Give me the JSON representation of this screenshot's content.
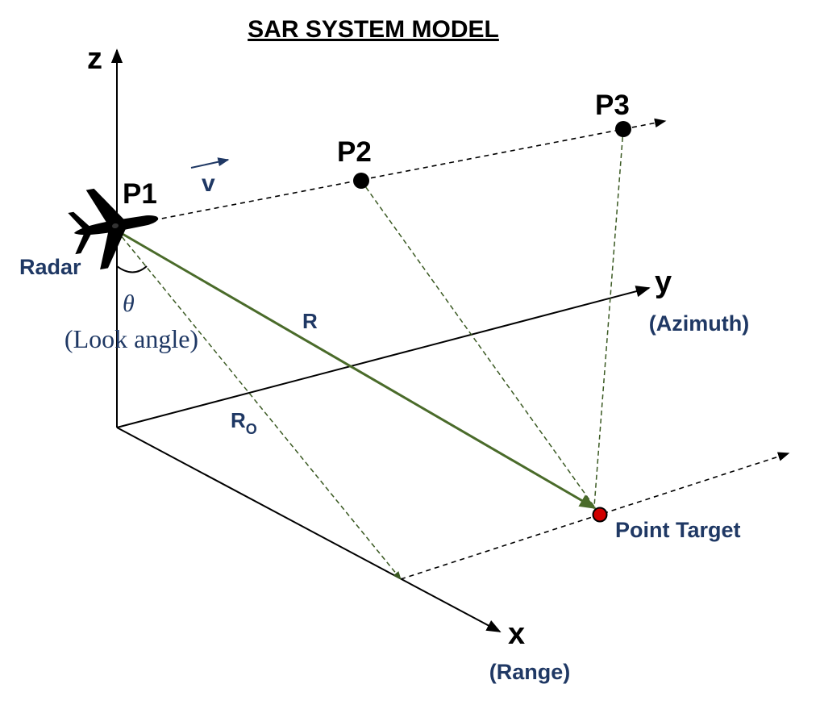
{
  "title": "SAR SYSTEM MODEL",
  "axes": {
    "z": {
      "letter": "z"
    },
    "y": {
      "letter": "y",
      "description": "(Azimuth)"
    },
    "x": {
      "letter": "x",
      "description": "(Range)"
    }
  },
  "positions": {
    "p1": "P1",
    "p2": "P2",
    "p3": "P3"
  },
  "velocity_label": "v",
  "radar_label": "Radar",
  "look_angle": {
    "symbol": "θ",
    "label": "(Look angle)"
  },
  "range_label": "R",
  "closest_range": {
    "main": "R",
    "subscript": "O"
  },
  "target_label": "Point Target",
  "colors": {
    "axis": "#000000",
    "text_navy": "#1f3864",
    "range_vector": "#4a6b2a",
    "projection_dash": "#3b5a23",
    "target": "#d00000"
  },
  "icons": [
    "airplane-icon"
  ]
}
